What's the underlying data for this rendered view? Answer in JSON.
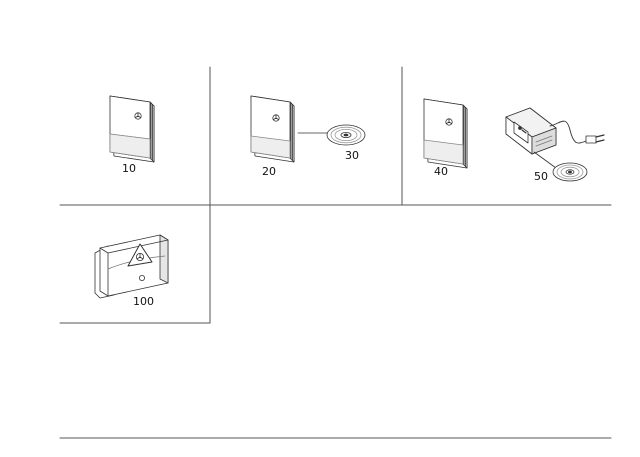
{
  "figure": {
    "items": [
      {
        "number": "10",
        "depicts": "book-icon"
      },
      {
        "number": "20",
        "depicts": "book-icon"
      },
      {
        "number": "30",
        "depicts": "cd-icon"
      },
      {
        "number": "40",
        "depicts": "book-icon"
      },
      {
        "number": "50",
        "depicts": "navigation-unit-icon"
      },
      {
        "number": "100",
        "depicts": "wallet-icon"
      }
    ],
    "colors": {
      "line": "#333333",
      "frame": "#555555",
      "fill": "#ffffff",
      "shade": "#d8d8d8"
    }
  }
}
